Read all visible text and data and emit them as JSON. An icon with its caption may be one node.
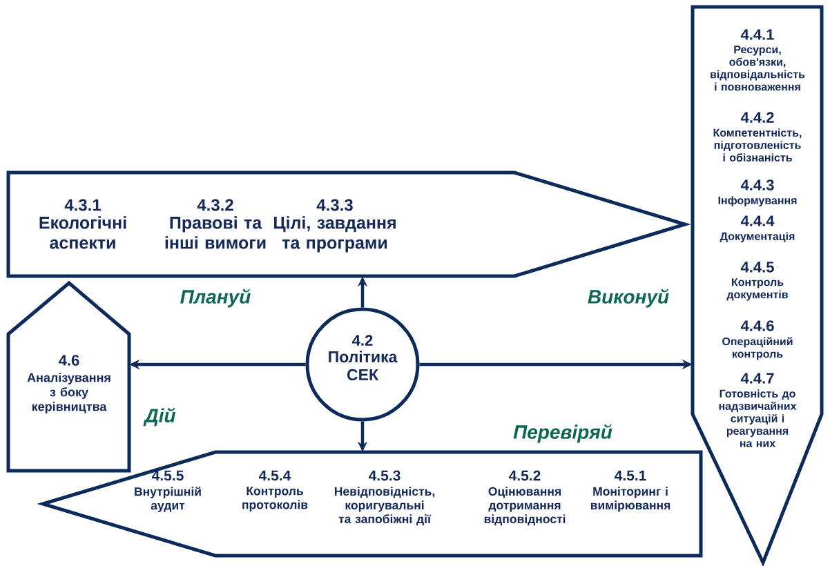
{
  "diagram": {
    "nodes": [
      {
        "text": [
          "4.3.1",
          "Екологічні аспекти",
          "4.3.2",
          "Правові та інші вимоги",
          "4.3.3",
          "Цілі, завдання та програми"
        ]
      },
      {
        "text": [
          "4.4.1",
          "Ресурси, обов'язки, відповідальність і повноваження",
          "4.4.2",
          "Компетентність, підготовленість і обізнаність",
          "4.4.3",
          "Інформування",
          "4.4.4",
          "Документація",
          "4.4.5",
          "Контроль документів",
          "4.4.6",
          "Операційний контроль",
          "4.4.7",
          "Готовність до надзвичайних ситуацій і реагування на них"
        ]
      },
      {
        "text": [
          "4.6",
          "Аналізування з боку керівництва"
        ]
      },
      {
        "text": [
          "4.2",
          "Політика СЕК"
        ]
      },
      {
        "text": [
          "4.5.5",
          "Внутрішній аудит",
          "4.5.4",
          "Контроль протоколів",
          "4.5.3",
          "Невідповідність, коригувальні та запобіжні дії",
          "4.5.2",
          "Оцінювання дотримання відповідності",
          "4.5.1",
          "Моніторинг і вимірювання"
        ]
      }
    ],
    "edges": [
      {
        "from": 3,
        "to": 0,
        "arrow": "to"
      },
      {
        "from": 3,
        "to": 2,
        "arrow": "to"
      },
      {
        "from": 3,
        "to": 1,
        "arrow": "to"
      },
      {
        "from": 3,
        "to": 4,
        "arrow": "to"
      }
    ],
    "labels": [
      "Плануй",
      "Виконуй",
      "Дій",
      "Перевіряй"
    ]
  }
}
